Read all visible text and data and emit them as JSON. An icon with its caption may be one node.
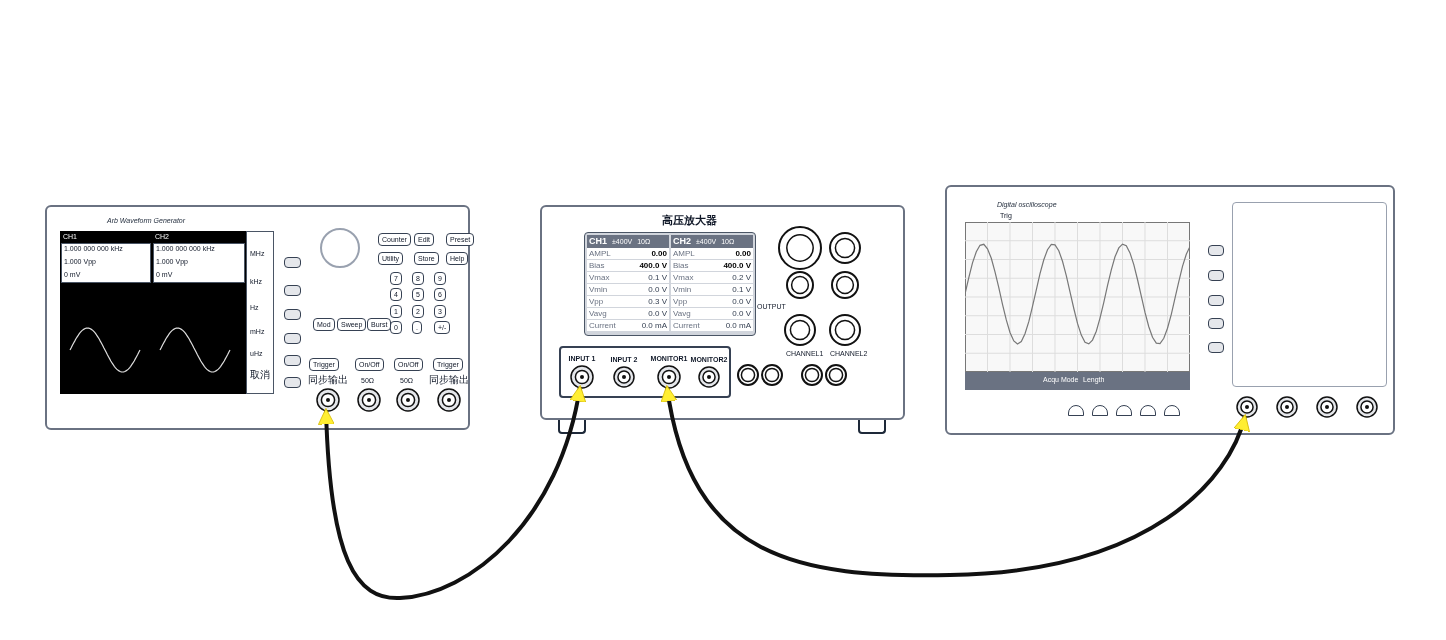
{
  "diagram": {
    "nodes": [
      {
        "text": [
          "Arb Waveform Generator"
        ]
      },
      {
        "text": [
          "同步输出"
        ],
        "in": 0
      },
      {
        "text": [],
        "shape": "circle",
        "in": 0
      },
      {
        "text": [],
        "shape": "circle",
        "in": 0
      },
      {
        "text": [
          "同步输出"
        ],
        "in": 0
      },
      {
        "text": [
          "高压放大器"
        ]
      },
      {
        "text": [
          "INPUT 1"
        ],
        "in": 5
      },
      {
        "text": [
          "INPUT 2"
        ],
        "in": 5
      },
      {
        "text": [
          "MONITOR1"
        ],
        "in": 5
      },
      {
        "text": [
          "MONITOR2"
        ],
        "in": 5
      },
      {
        "text": [
          "Digital oscilloscope"
        ]
      },
      {
        "text": [],
        "shape": "circle",
        "in": 10
      },
      {
        "text": [],
        "shape": "circle",
        "in": 10
      },
      {
        "text": [],
        "shape": "circle",
        "in": 10
      },
      {
        "text": [],
        "shape": "circle",
        "in": 10
      }
    ],
    "edges": [
      {
        "from": 1,
        "to": 6,
        "arrow": "both"
      },
      {
        "from": 8,
        "to": 11,
        "arrow": "both"
      }
    ],
    "labels": [
      "CH1",
      "1.000 000 000 kHz",
      "1.000 Vpp",
      "0 mV",
      "CH2",
      "1.000 000 000 kHz",
      "1.000 Vpp",
      "0 mV",
      "MHz",
      "kHz",
      "Hz",
      "mHz",
      "uHz",
      "取消",
      "Counter",
      "Edit",
      "Preset",
      "Utility",
      "Store",
      "Help",
      "7",
      "8",
      "9",
      "4",
      "5",
      "6",
      "1",
      "2",
      "3",
      "0",
      ".",
      "+/-",
      "Mod",
      "Sweep",
      "Burst",
      "Trigger",
      "On/Off",
      "On/Off",
      "Trigger",
      "50Ω",
      "50Ω",
      "CH1",
      "±400V",
      "10Ω",
      "CH2",
      "±400V",
      "10Ω",
      "AMPL",
      "0.00",
      "AMPL",
      "0.00",
      "Bias",
      "400.0 V",
      "Bias",
      "400.0 V",
      "Vmax",
      "0.1 V",
      "Vmax",
      "0.2 V",
      "Vmin",
      "0.0 V",
      "Vmin",
      "0.1 V",
      "Vpp",
      "0.3 V",
      "Vpp",
      "0.0 V",
      "Vavg",
      "0.0 V",
      "Vavg",
      "0.0 V",
      "Current",
      "0.0 mA",
      "Current",
      "0.0 mA",
      "OUTPUT",
      "CHANNEL1",
      "CHANNEL2",
      "Trig",
      "Acqu Mode",
      "Length"
    ]
  }
}
